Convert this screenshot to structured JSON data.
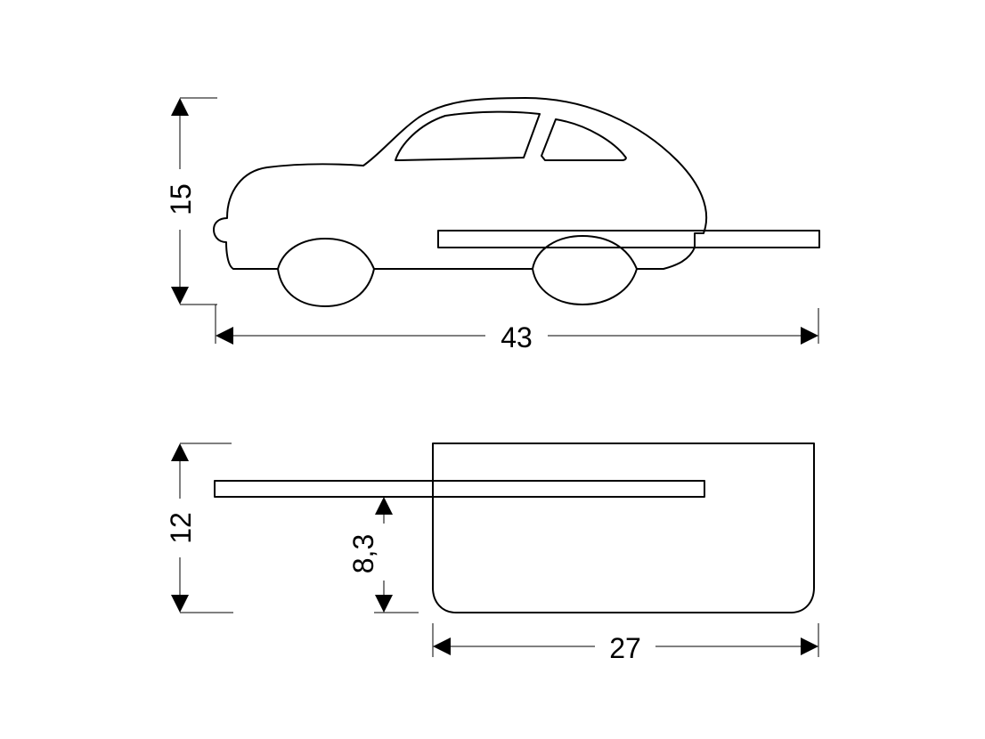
{
  "dimensions": {
    "side_height": "15",
    "side_width": "43",
    "front_height": "12",
    "shelf_height": "8,3",
    "front_width": "27"
  },
  "colors": {
    "line": "#000000",
    "background": "#ffffff"
  }
}
